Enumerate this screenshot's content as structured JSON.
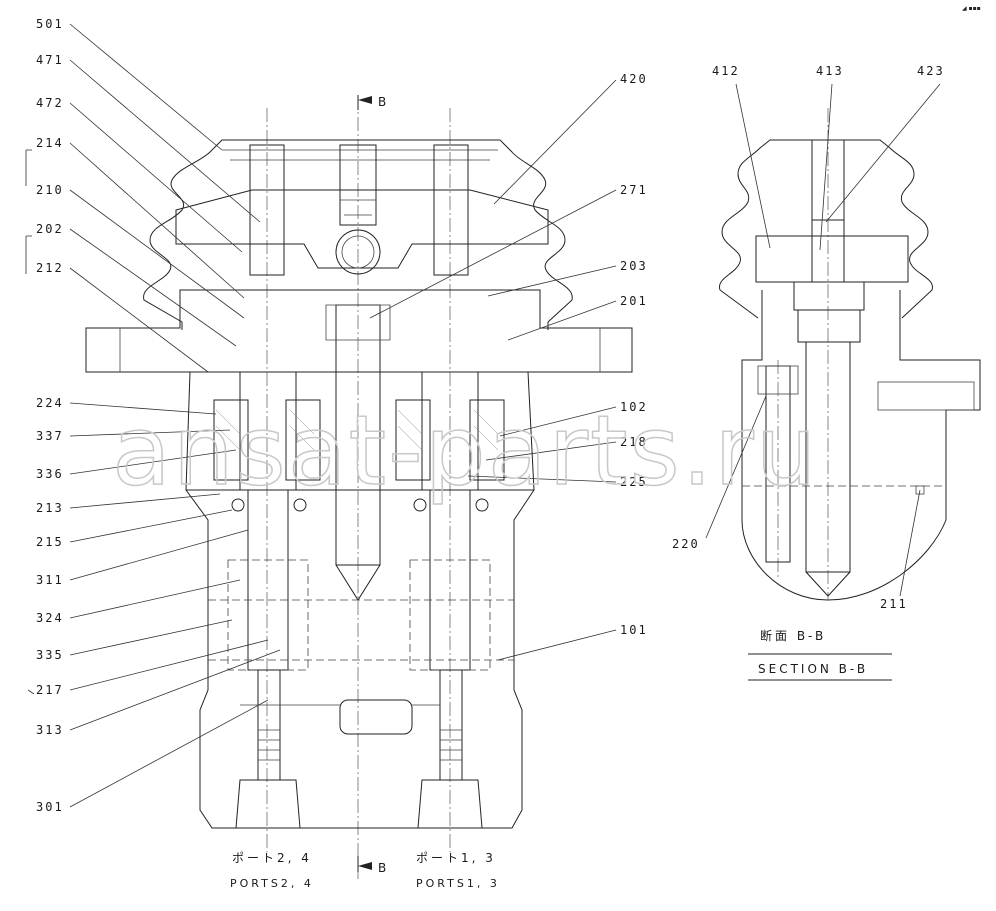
{
  "top_mark": "◢ ▪▪▪",
  "section_markers": {
    "top": "B",
    "bottom": "B"
  },
  "callouts_left": [
    "501",
    "471",
    "472",
    "214",
    "210",
    "202",
    "212",
    "224",
    "337",
    "336",
    "213",
    "215",
    "311",
    "324",
    "335",
    "217",
    "313",
    "301"
  ],
  "callouts_right_main": [
    "420",
    "271",
    "203",
    "201",
    "102",
    "218",
    "225",
    "101"
  ],
  "callouts_section": [
    "412",
    "413",
    "423",
    "220",
    "211"
  ],
  "port_labels": {
    "left_jp": "ポート2, 4",
    "left_en": "PORTS2, 4",
    "right_jp": "ポート1, 3",
    "right_en": "PORTS1, 3"
  },
  "section_caption": {
    "jp": "断面 B-B",
    "en": "SECTION B-B"
  },
  "watermark": "ansat-parts.ru"
}
